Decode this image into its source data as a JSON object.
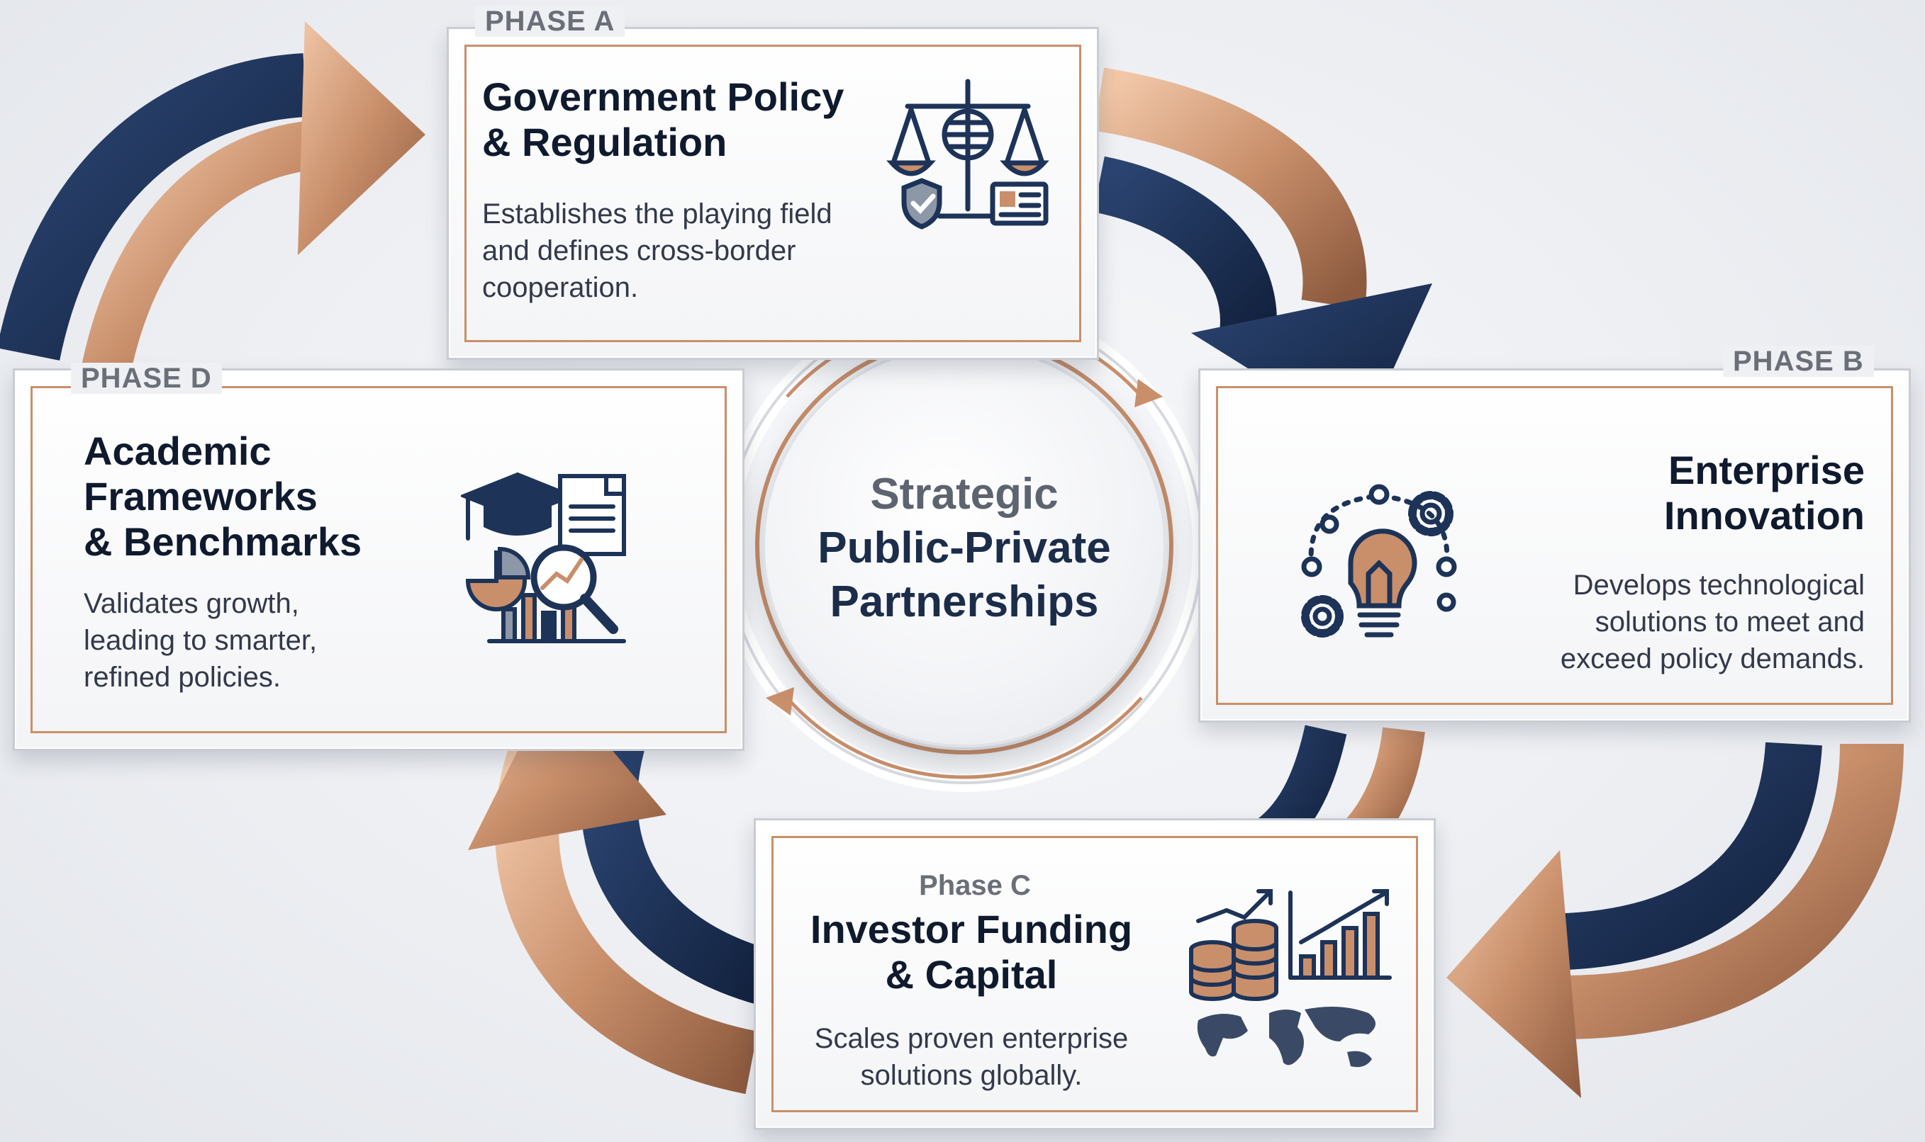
{
  "hub": {
    "line1": "Strategic",
    "line2": "Public-Private",
    "line3": "Partnerships"
  },
  "phases": {
    "a": {
      "label": "PHASE A",
      "title_line1": "Government Policy",
      "title_line2": "& Regulation",
      "desc_line1": "Establishes the playing field",
      "desc_line2": "and defines cross-border",
      "desc_line3": "cooperation.",
      "icon": "scales-globe-shield-icon"
    },
    "b": {
      "label": "PHASE B",
      "title_line1": "Enterprise",
      "title_line2": "Innovation",
      "desc_line1": "Develops technological",
      "desc_line2": "solutions to meet and",
      "desc_line3": "exceed policy demands.",
      "icon": "lightbulb-gears-icon"
    },
    "c": {
      "label": "Phase C",
      "title_line1": "Investor Funding",
      "title_line2": "& Capital",
      "desc_line1": "Scales proven enterprise",
      "desc_line2": "solutions globally.",
      "icon": "coins-growth-world-icon"
    },
    "d": {
      "label": "PHASE D",
      "title_line1": "Academic",
      "title_line2": "Frameworks",
      "title_line3": "& Benchmarks",
      "desc_line1": "Validates growth,",
      "desc_line2": "leading to smarter,",
      "desc_line3": "refined policies.",
      "icon": "graduation-cap-analytics-icon"
    }
  },
  "colors": {
    "navy": "#1d3358",
    "copper": "#c98f6b",
    "text_dark": "#0f1a2e",
    "label_gray": "#6b6f78"
  }
}
